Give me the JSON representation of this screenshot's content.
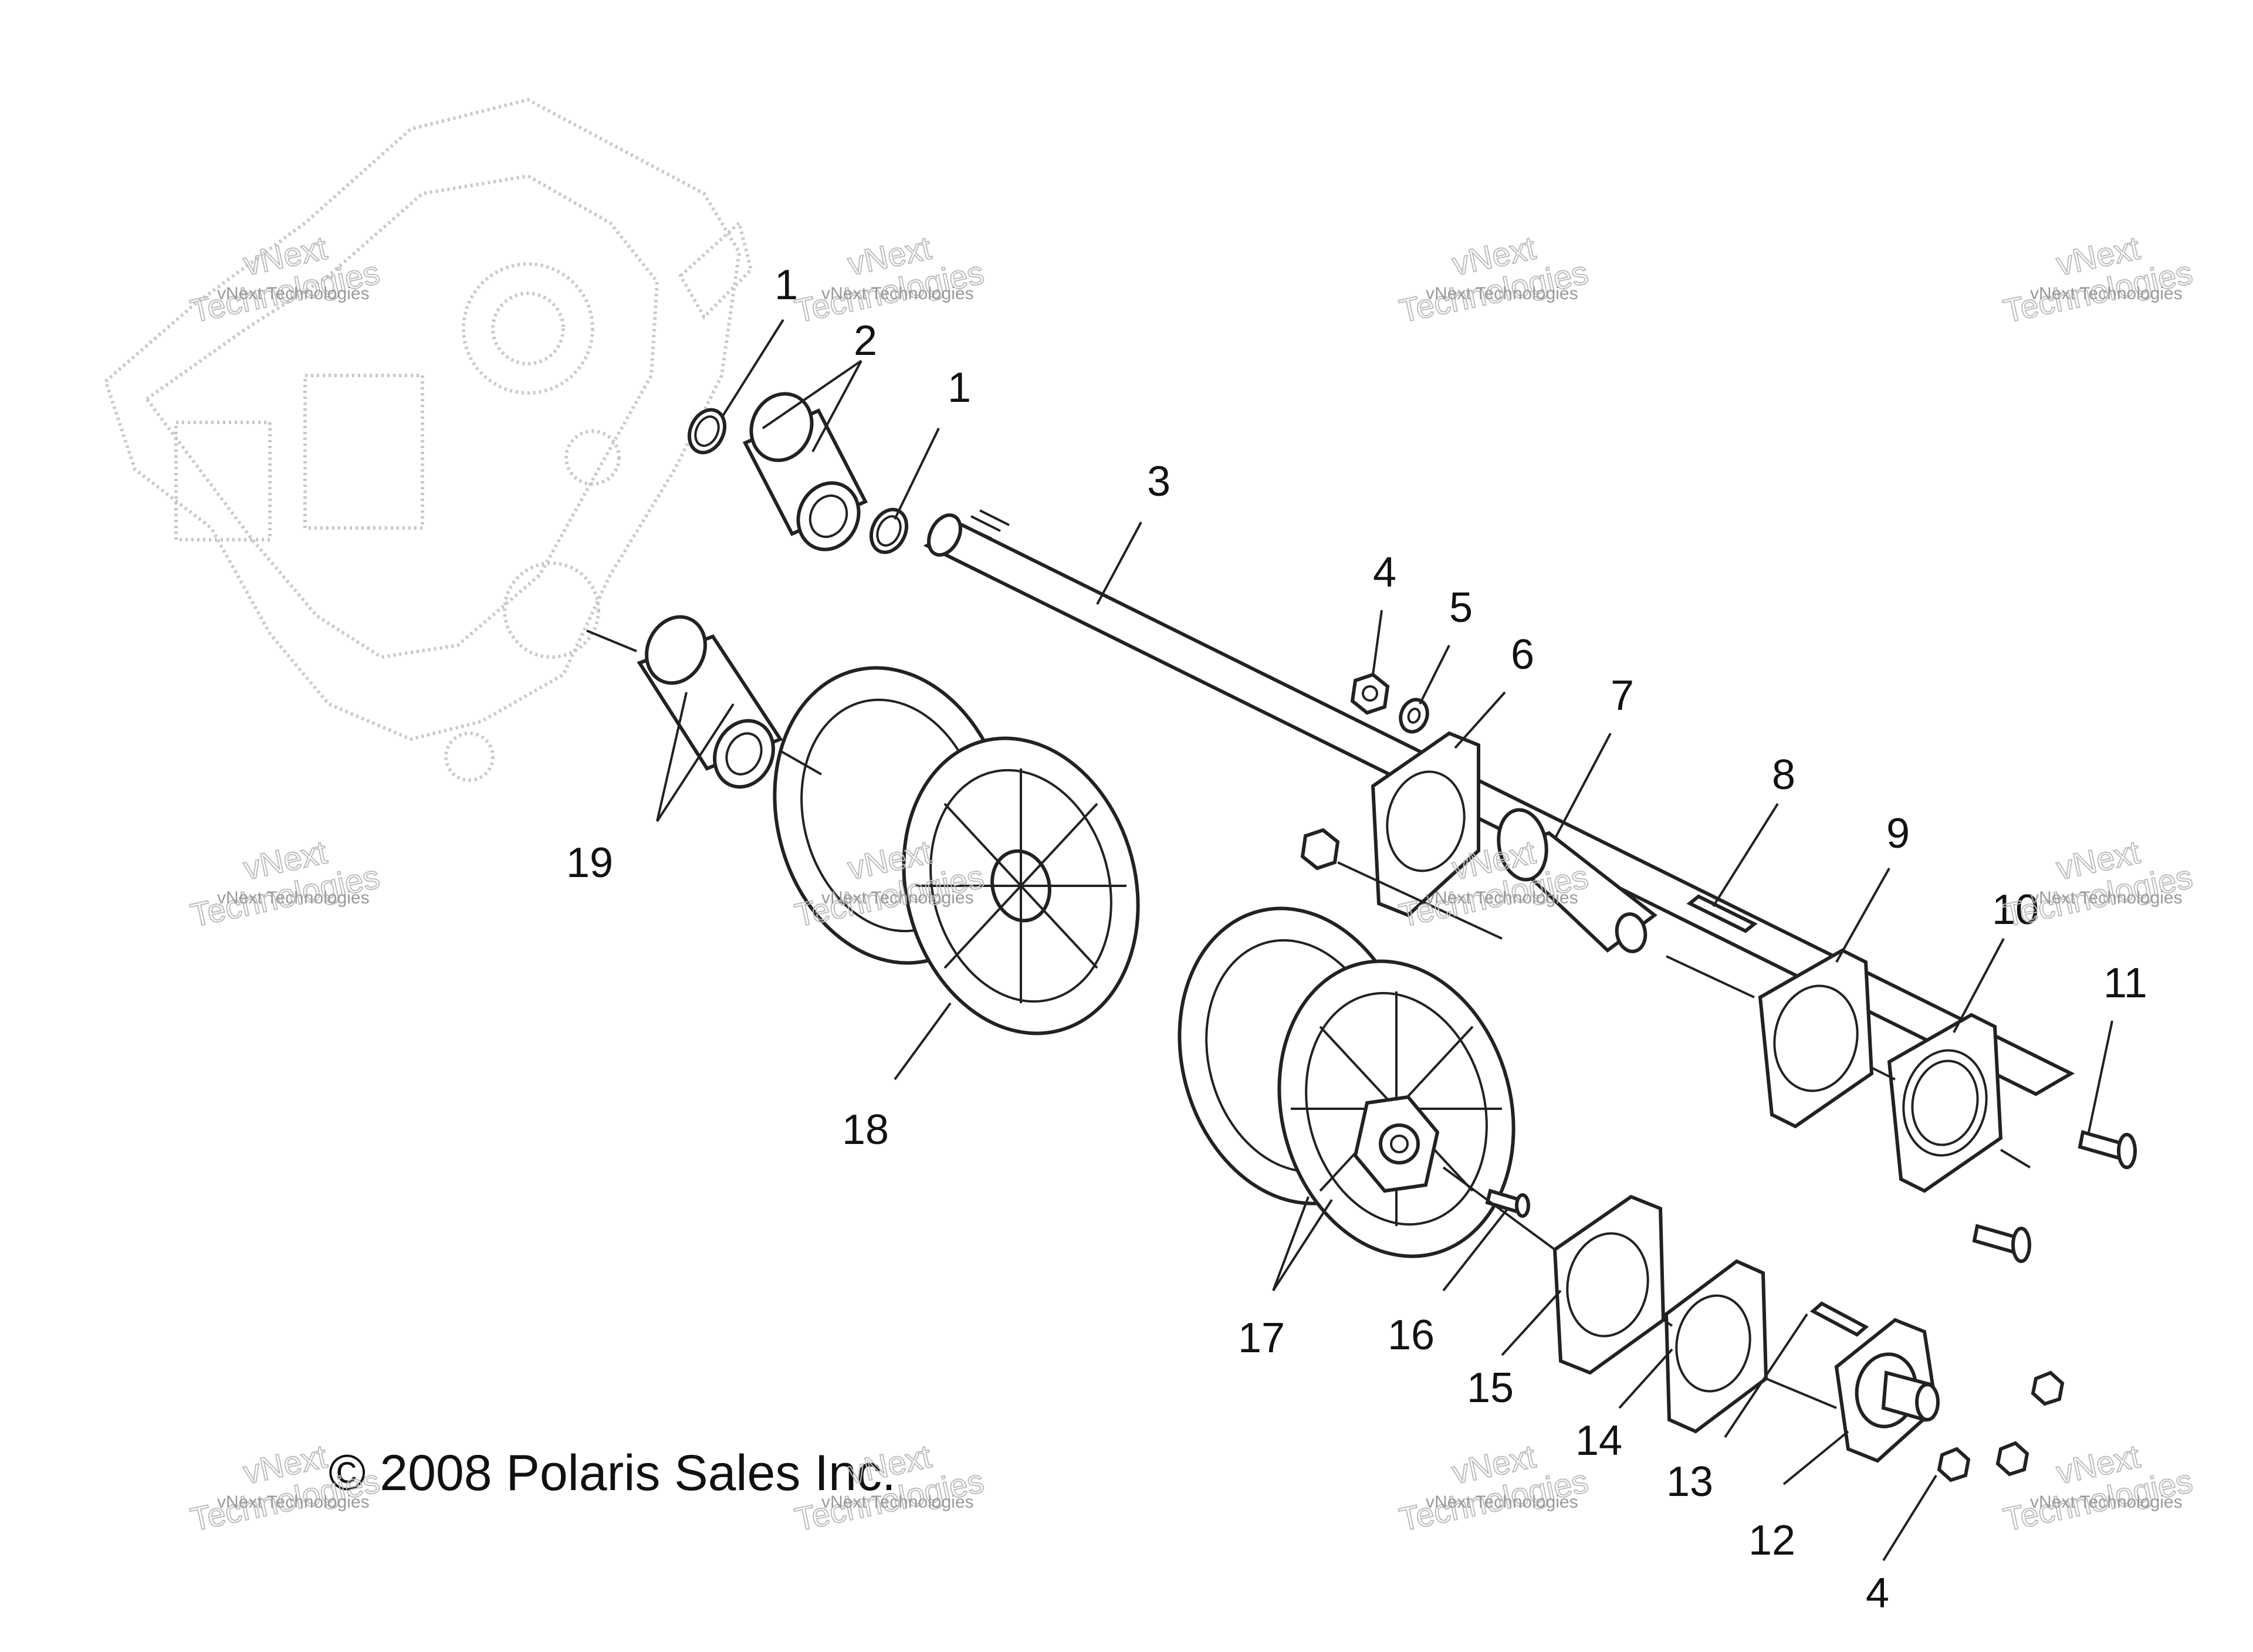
{
  "copyright": "© 2008 Polaris Sales Inc.",
  "watermark": {
    "small": "vNext Technologies",
    "big_line1": "vNext",
    "big_line2": "Technologies"
  },
  "callouts": {
    "c1a": "1",
    "c2": "2",
    "c1b": "1",
    "c3": "3",
    "c4a": "4",
    "c5": "5",
    "c6": "6",
    "c7": "7",
    "c8": "8",
    "c9": "9",
    "c10": "10",
    "c11": "11",
    "c12": "12",
    "c13": "13",
    "c14": "14",
    "c15": "15",
    "c16": "16",
    "c17": "17",
    "c18": "18",
    "c19": "19",
    "c4b": "4"
  }
}
